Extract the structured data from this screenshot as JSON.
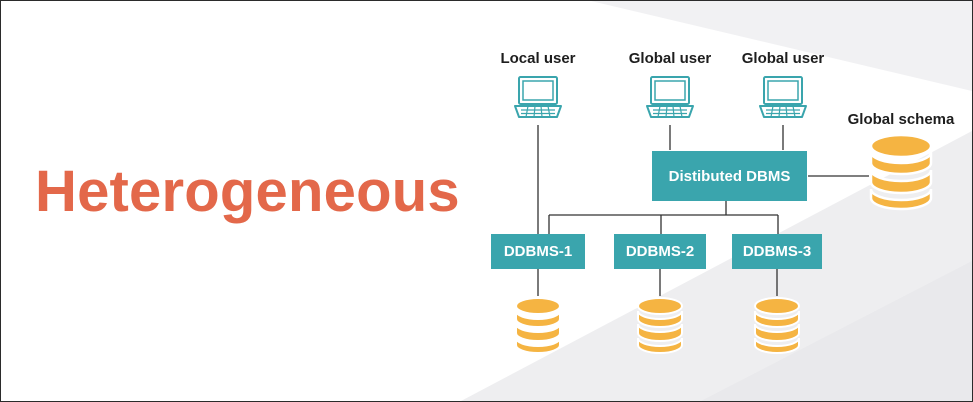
{
  "title": "Heterogeneous",
  "users": [
    {
      "label": "Local user",
      "icon": "laptop-icon"
    },
    {
      "label": "Global user",
      "icon": "laptop-icon"
    },
    {
      "label": "Global user",
      "icon": "laptop-icon"
    }
  ],
  "distributed": {
    "label": "Distibuted DBMS"
  },
  "schema": {
    "label": "Global schema",
    "icon": "database-icon"
  },
  "dbms": [
    {
      "label": "DDBMS-1",
      "icon": "database-icon"
    },
    {
      "label": "DDBMS-2",
      "icon": "database-icon"
    },
    {
      "label": "DDBMS-3",
      "icon": "database-icon"
    }
  ],
  "colors": {
    "accent_title": "#e3684a",
    "box_teal": "#3aa5ad",
    "laptop_teal": "#3aa5ad",
    "db_orange": "#f5b442",
    "line": "#333333"
  }
}
